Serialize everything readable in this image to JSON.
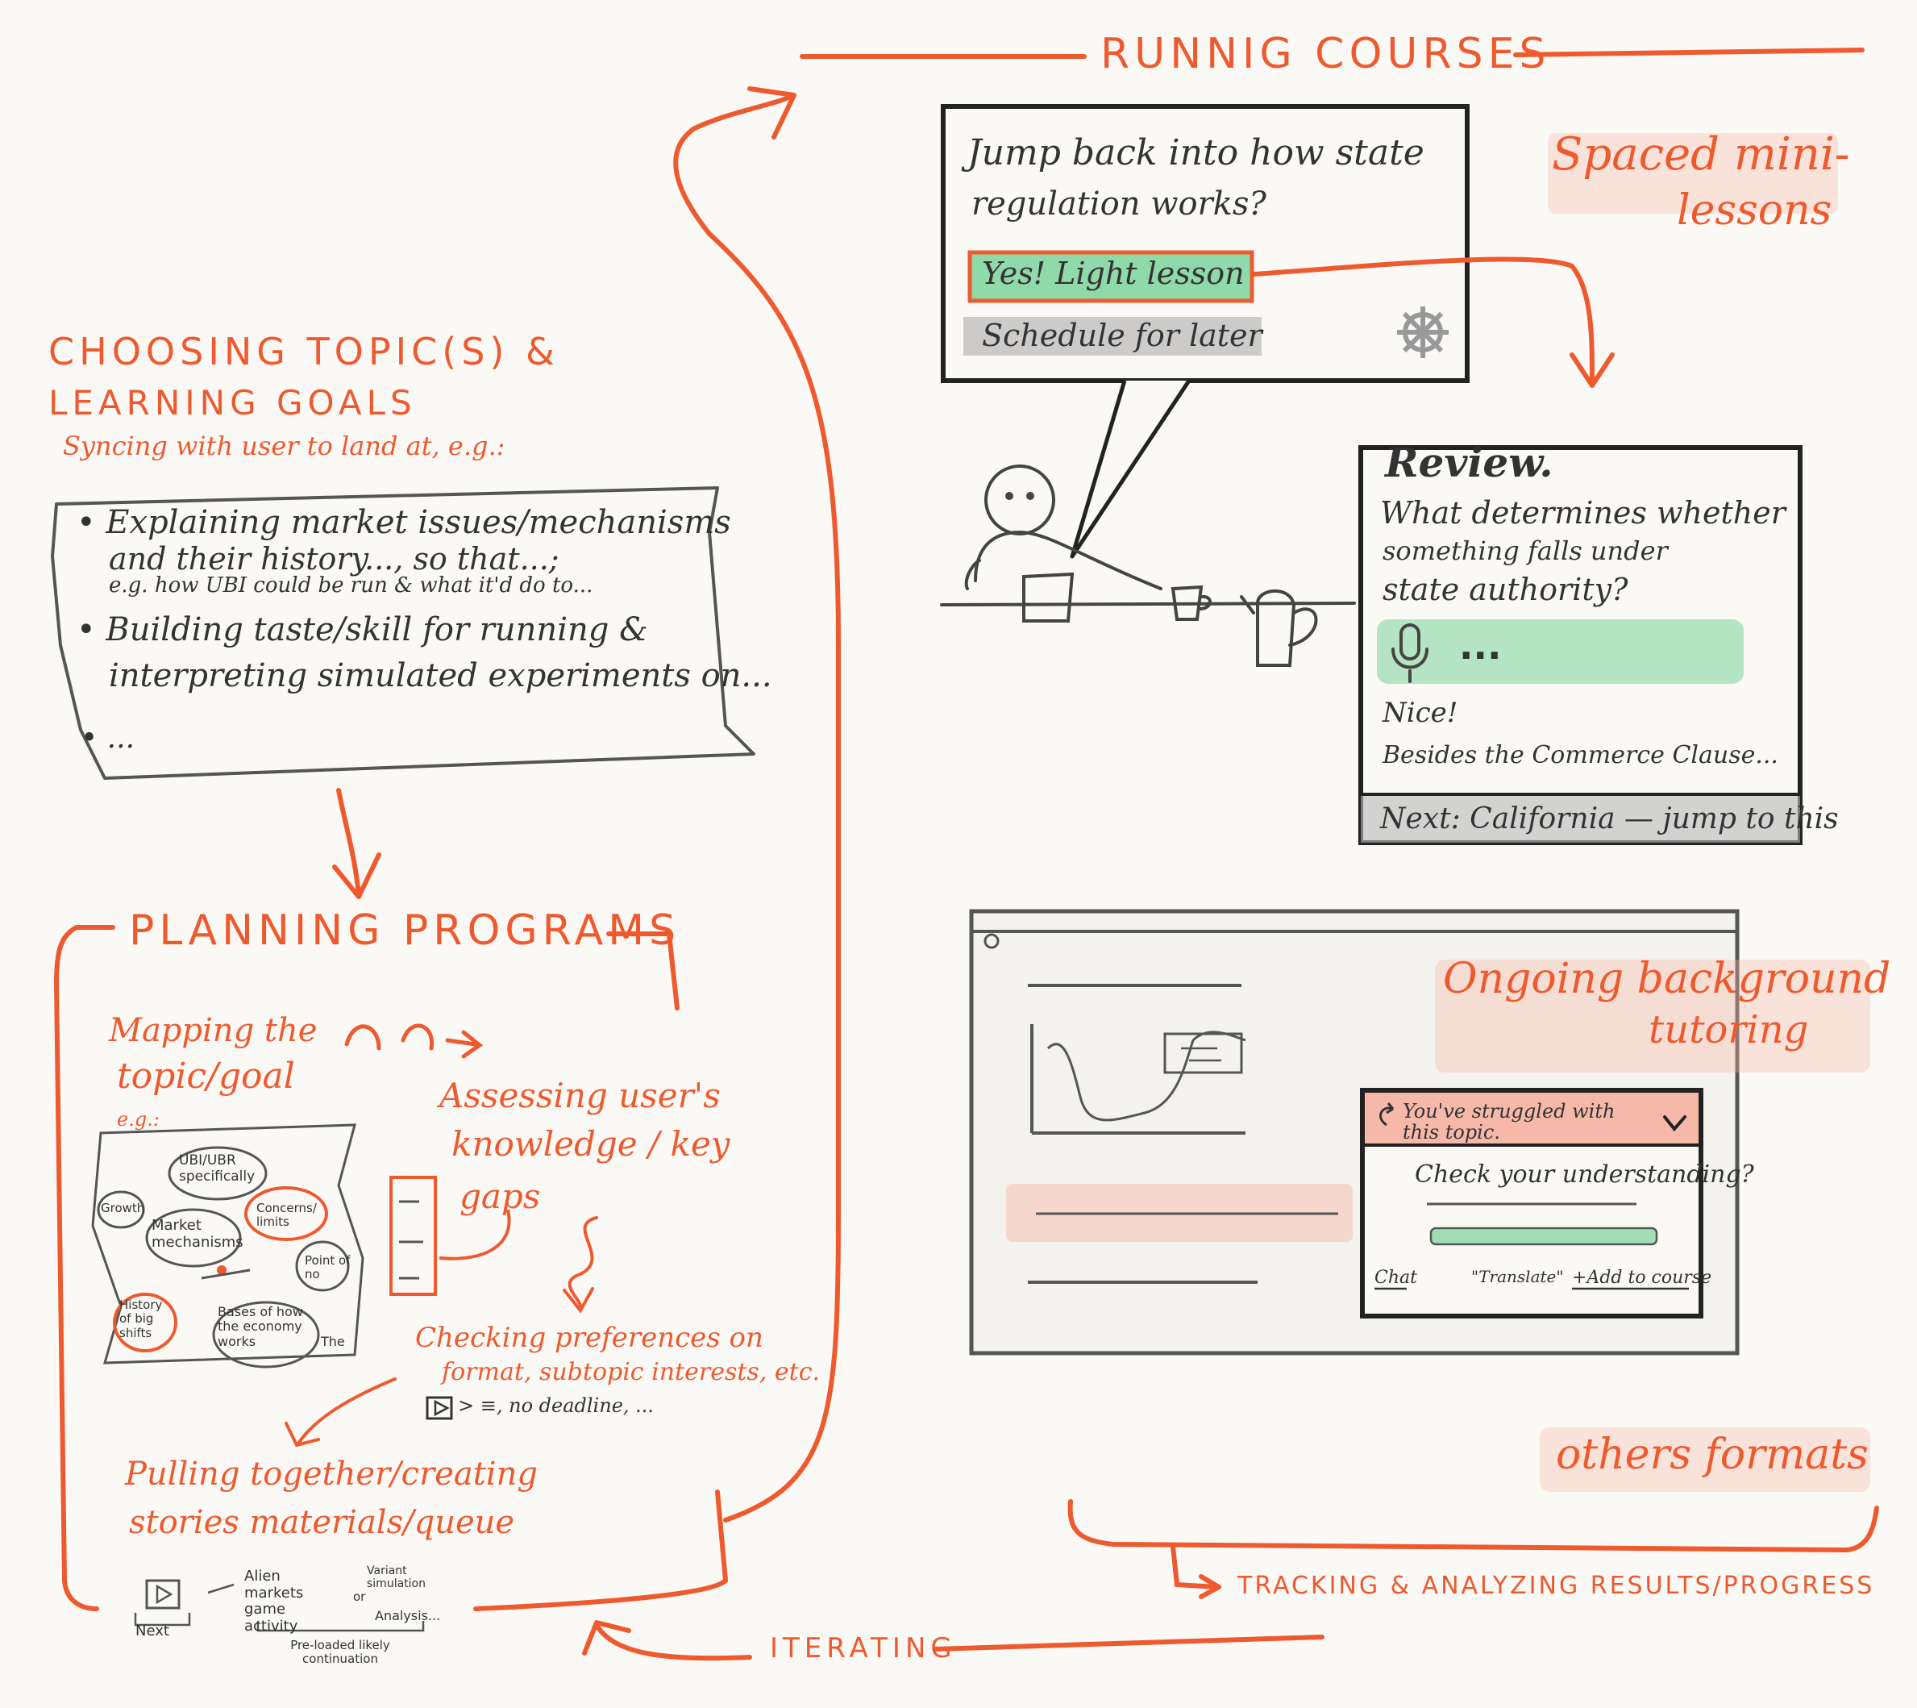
{
  "sections": {
    "running_courses": "RUNNIG COURSES",
    "choosing_title_1": "CHOOSING TOPIC(S) &",
    "choosing_title_2": "LEARNING GOALS",
    "choosing_sub": "Syncing with user to land at, e.g.:",
    "planning": "PLANNING PROGRAMS",
    "iterating": "ITERATING",
    "tracking": "TRACKING & ANALYZING RESULTS/PROGRESS"
  },
  "goals": {
    "line1": "• Explaining market issues/mechanisms",
    "line2": "and their history..., so that...;",
    "line3": "e.g. how UBI could be run & what it'd do to...",
    "line4": "• Building taste/skill for running &",
    "line5": "interpreting simulated experiments on...",
    "line6": "• ..."
  },
  "planning": {
    "mapping_1": "Mapping the",
    "mapping_2": "topic/goal",
    "mapping_eg": "e.g.:",
    "nodes": {
      "ubi": "UBI/UBR specifically",
      "growth": "Growth",
      "market": "Market mechanisms",
      "concerns": "Concerns/ limits",
      "point": "Point of no",
      "history": "History of big shifts",
      "bases": "Bases of how the economy works",
      "the": "The"
    },
    "assessing_1": "Assessing user's",
    "assessing_2": "knowledge / key",
    "assessing_3": "gaps",
    "checking_1": "Checking preferences on",
    "checking_2": "format, subtopic interests, etc.",
    "checking_3": "> ≡, no deadline, ...",
    "pulling_1": "Pulling together/creating",
    "pulling_2": "stories materials/queue",
    "queue": {
      "next": "Next",
      "alien": "Alien markets game activity",
      "variant": "Variant simulation",
      "or": "or",
      "analysis": "Analysis...",
      "preloaded": "Pre-loaded likely continuation"
    }
  },
  "notification": {
    "prompt_1": "Jump back into how state",
    "prompt_2": "regulation works?",
    "yes_button": "Yes! Light lesson",
    "schedule_button": "Schedule for later"
  },
  "spaced": {
    "label_1": "Spaced mini-",
    "label_2": "lessons"
  },
  "review": {
    "title": "Review.",
    "question_1": "What determines whether",
    "question_2": "something falls under",
    "question_3": "state authority?",
    "answer_placeholder": "...",
    "feedback_1": "Nice!",
    "feedback_2": "Besides the Commerce Clause...",
    "next_bar": "Next: California — jump to this"
  },
  "tutoring": {
    "label_1": "Ongoing background",
    "label_2": "tutoring",
    "banner": "You've struggled with this topic.",
    "check": "Check your understanding?",
    "chat": "Chat",
    "translate": "\"Translate\"",
    "add": "+Add to course"
  },
  "other_formats": "others formats",
  "colors": {
    "accent": "#ee5a2e",
    "ink": "#333333",
    "green": "#7cd39a",
    "highlight_pink": "#f6b6a4",
    "banner_pink": "#f4a896"
  },
  "icons": [
    "gear-icon",
    "microphone-icon",
    "play-icon",
    "list-icon",
    "chevron-down-icon",
    "refresh-icon"
  ]
}
